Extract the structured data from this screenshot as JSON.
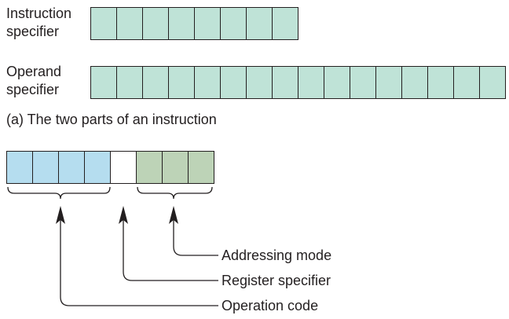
{
  "instruction_specifier": {
    "label_line1": "Instruction",
    "label_line2": "specifier",
    "cells": 8
  },
  "operand_specifier": {
    "label_line1": "Operand",
    "label_line2": "specifier",
    "cells": 16
  },
  "caption_a": "(a) The two parts of an instruction",
  "instruction_format": {
    "fields": [
      {
        "name": "Operation code",
        "cells": 4
      },
      {
        "name": "Register specifier",
        "cells": 1
      },
      {
        "name": "Addressing mode",
        "cells": 3
      }
    ]
  },
  "labels": {
    "addressing_mode": "Addressing mode",
    "register_specifier": "Register specifier",
    "operation_code": "Operation code"
  },
  "colors": {
    "specifier_fill": "#bfe3d7",
    "opcode_fill": "#b5ddef",
    "register_fill": "#ffffff",
    "mode_fill": "#bdd3b7",
    "line": "#231f20"
  }
}
